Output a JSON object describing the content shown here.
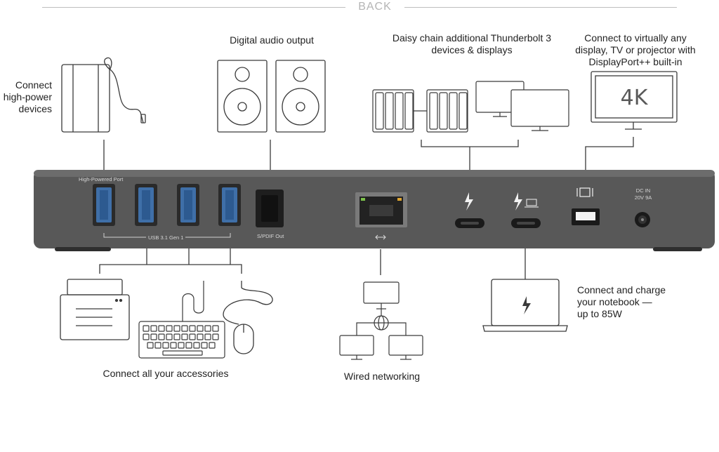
{
  "header": {
    "title": "BACK"
  },
  "labels": {
    "high_power_devices": "Connect\nhigh-power\ndevices",
    "digital_audio": "Digital audio output",
    "daisy_chain": "Daisy chain additional Thunderbolt 3\ndevices & displays",
    "displayport": "Connect to virtually any\ndisplay, TV or projector with\nDisplayPort++ built-in",
    "accessories": "Connect all your accessories",
    "wired_networking": "Wired networking",
    "notebook": "Connect and charge\nyour notebook —\nup to 85W"
  },
  "dock": {
    "high_powered_port": "High-Powered Port",
    "usb_label": "USB 3.1 Gen 1",
    "spdif_label": "S/PDIF Out",
    "dc_in_line1": "DC IN",
    "dc_in_line2": "20V 9A"
  },
  "display_4k": "4K",
  "colors": {
    "dock_body": "#585858",
    "usb_blue": "#3f6fa8",
    "line": "#3a3a3a",
    "header_gray": "#b5b5b5"
  },
  "icons": [
    "power-bank-icon",
    "speaker-icon",
    "storage-array-icon",
    "monitor-icon",
    "4k-display-icon",
    "printer-icon",
    "keyboard-icon",
    "mouse-icon",
    "network-icon",
    "laptop-icon",
    "thunderbolt-icon",
    "ethernet-icon",
    "displayport-icon"
  ]
}
